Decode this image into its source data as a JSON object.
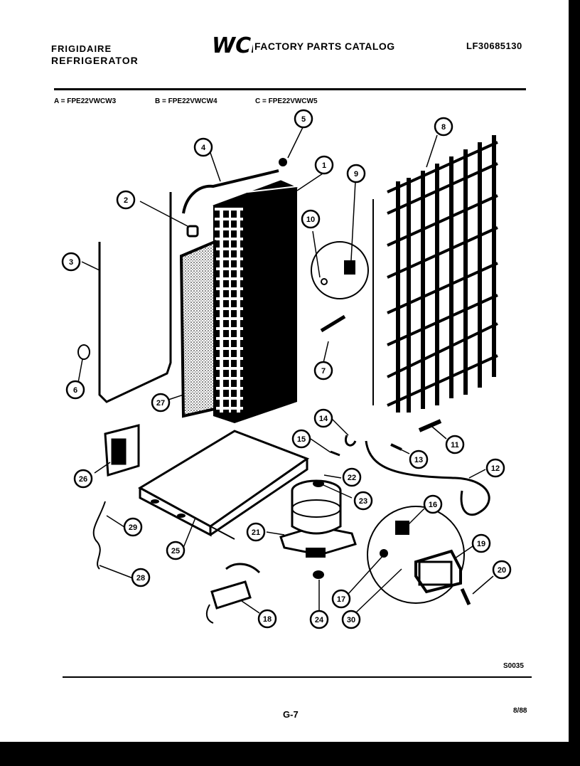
{
  "header": {
    "brand": "FRIGIDAIRE",
    "product": "REFRIGERATOR",
    "logo_text": "WCI",
    "catalog_title": "FACTORY PARTS CATALOG",
    "catalog_number": "LF30685130"
  },
  "models": [
    {
      "label": "A = FPE22VWCW3"
    },
    {
      "label": "B = FPE22VWCW4"
    },
    {
      "label": "C = FPE22VWCW5"
    }
  ],
  "callouts": [
    "1",
    "2",
    "3",
    "4",
    "5",
    "6",
    "7",
    "8",
    "9",
    "10",
    "11",
    "12",
    "13",
    "14",
    "15",
    "16",
    "17",
    "18",
    "19",
    "20",
    "21",
    "22",
    "23",
    "24",
    "25",
    "26",
    "27",
    "28",
    "29",
    "30"
  ],
  "footer": {
    "figure_id": "S0035",
    "page": "G-7",
    "date": "8/88"
  }
}
